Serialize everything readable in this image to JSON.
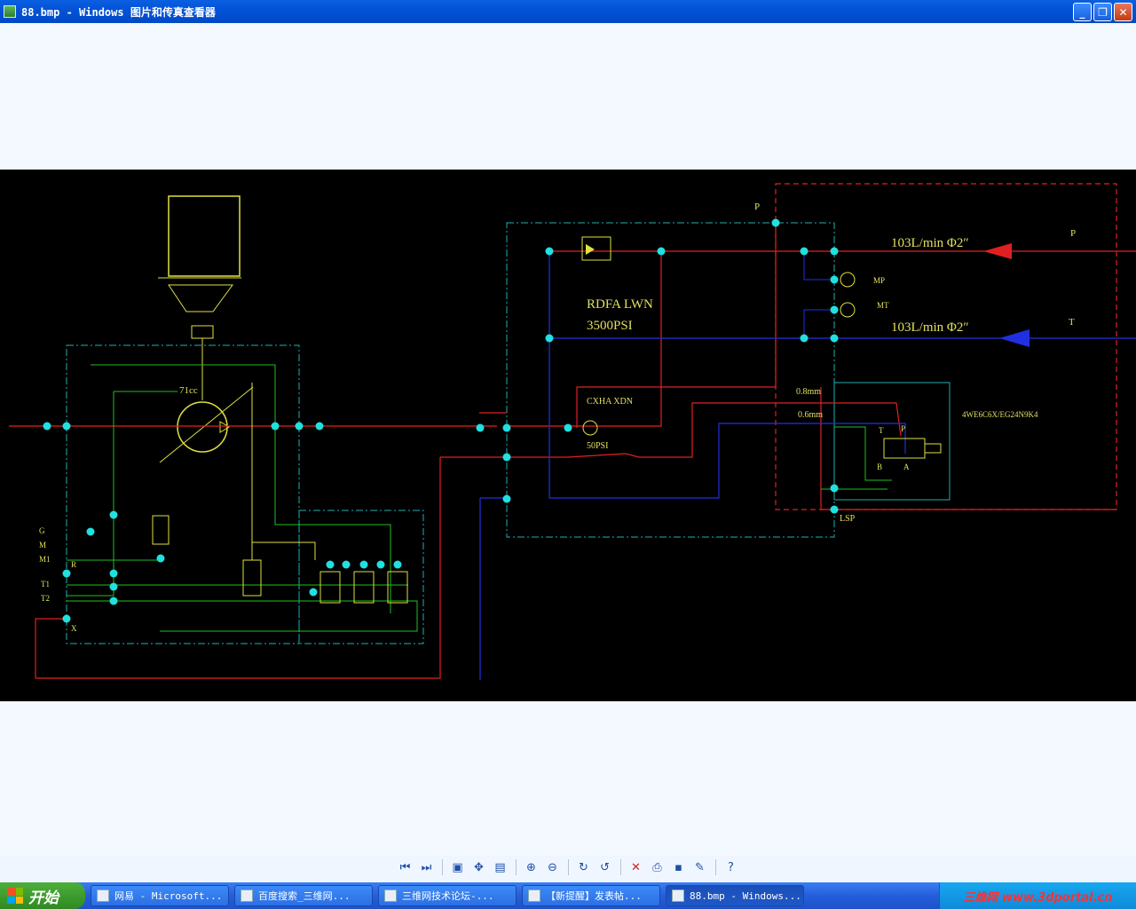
{
  "window": {
    "title": "88.bmp - Windows 图片和传真查看器",
    "buttons": {
      "minimize": "_",
      "restore": "❐",
      "close": "✕"
    }
  },
  "diagram": {
    "labels": {
      "cap": "71cc",
      "valve_name": "RDFA LWN",
      "valve_pressure": "3500PSI",
      "check_name": "CXHA XDN",
      "check_pressure": "50PSI",
      "flow_top": "103L/min Φ2″",
      "flow_bottom": "103L/min Φ2″",
      "port_p_top": "P",
      "port_p_right": "P",
      "port_t_right": "T",
      "mp": "MP",
      "mt": "MT",
      "orifice1": "0.8mm",
      "orifice2": "0.6mm",
      "directional_valve": "4WE6C6X/EG24N9K4",
      "valve_t": "T",
      "valve_p": "P",
      "valve_b": "B",
      "valve_a": "A",
      "lsp": "LSP",
      "g": "G",
      "m": "M",
      "m1": "M1",
      "r": "R",
      "t1": "T1",
      "t2": "T2",
      "x": "X"
    },
    "colors": {
      "background": "#000000",
      "pressure_line": "#e02020",
      "tank_line": "#2030e0",
      "pilot_line": "#20c020",
      "frame": "#20b0b0",
      "component": "#e0e040",
      "node": "#20e0e0",
      "label": "#e0e060"
    }
  },
  "toolbar": {
    "items": [
      {
        "name": "previous-image-icon",
        "glyph": "⏮"
      },
      {
        "name": "next-image-icon",
        "glyph": "⏭"
      },
      {
        "name": "best-fit-icon",
        "glyph": "▣"
      },
      {
        "name": "actual-size-icon",
        "glyph": "✥"
      },
      {
        "name": "slideshow-icon",
        "glyph": "▤"
      },
      {
        "name": "zoom-in-icon",
        "glyph": "⊕"
      },
      {
        "name": "zoom-out-icon",
        "glyph": "⊖"
      },
      {
        "name": "rotate-clockwise-icon",
        "glyph": "↻"
      },
      {
        "name": "rotate-counterclockwise-icon",
        "glyph": "↺"
      },
      {
        "name": "delete-icon",
        "glyph": "✕"
      },
      {
        "name": "print-icon",
        "glyph": "⎙"
      },
      {
        "name": "save-icon",
        "glyph": "▪"
      },
      {
        "name": "edit-icon",
        "glyph": "✎"
      },
      {
        "name": "help-icon",
        "glyph": "?"
      }
    ]
  },
  "taskbar": {
    "start_label": "开始",
    "tasks": [
      {
        "label": "网易 - Microsoft...",
        "active": false
      },
      {
        "label": "百度搜索_三维网...",
        "active": false
      },
      {
        "label": "三维网技术论坛-...",
        "active": false
      },
      {
        "label": "【新提醒】发表帖...",
        "active": false
      },
      {
        "label": "88.bmp - Windows...",
        "active": true
      }
    ],
    "tray_brand": "三维网 www.3dportal.cn"
  }
}
